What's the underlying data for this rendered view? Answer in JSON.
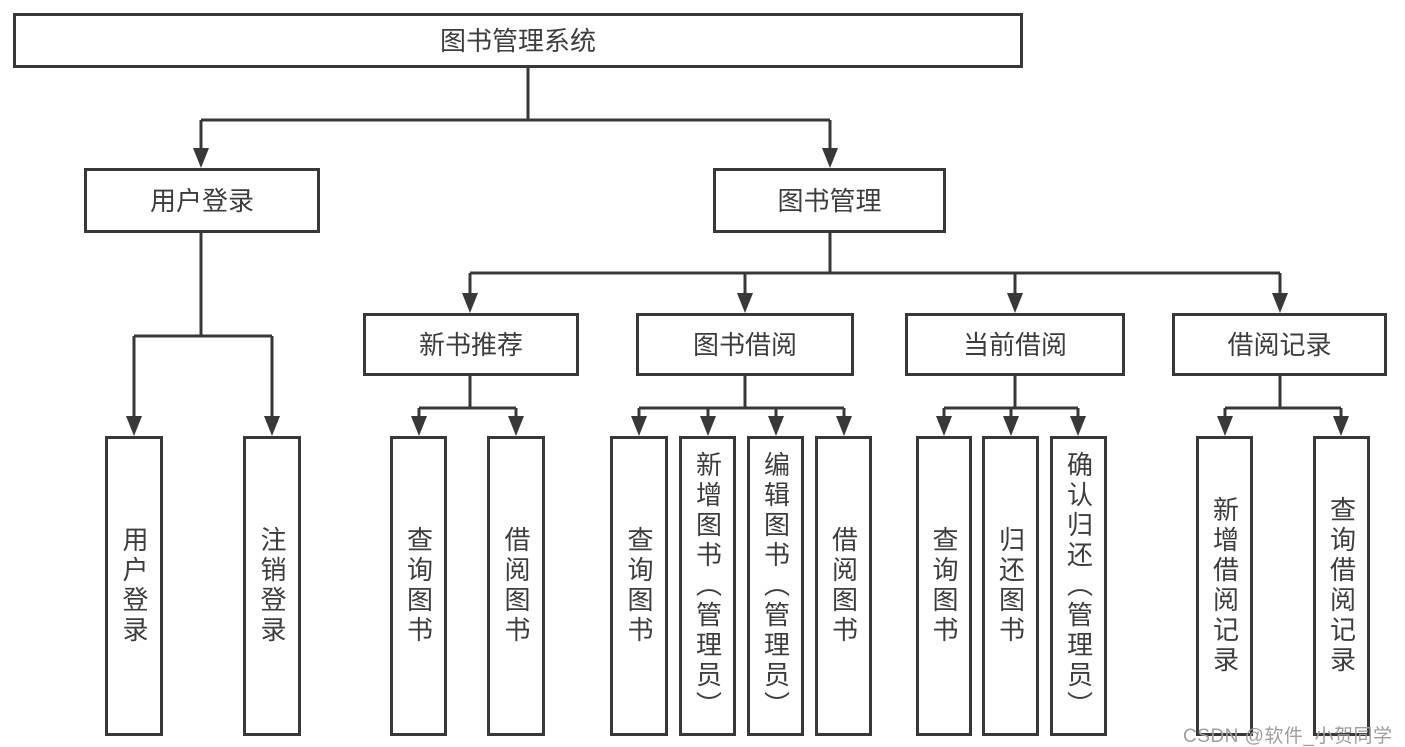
{
  "diagram": {
    "type": "hierarchy-tree",
    "title": "图书管理系统",
    "tree": {
      "root": {
        "label": "图书管理系统",
        "children": [
          {
            "label": "用户登录",
            "children": [
              {
                "label": "用户登录"
              },
              {
                "label": "注销登录"
              }
            ]
          },
          {
            "label": "图书管理",
            "children": [
              {
                "label": "新书推荐",
                "children": [
                  {
                    "label": "查询图书"
                  },
                  {
                    "label": "借阅图书"
                  }
                ]
              },
              {
                "label": "图书借阅",
                "children": [
                  {
                    "label": "查询图书"
                  },
                  {
                    "label": "新增图书（管理员）"
                  },
                  {
                    "label": "编辑图书（管理员）"
                  },
                  {
                    "label": "借阅图书"
                  }
                ]
              },
              {
                "label": "当前借阅",
                "children": [
                  {
                    "label": "查询图书"
                  },
                  {
                    "label": "归还图书"
                  },
                  {
                    "label": "确认归还（管理员）"
                  }
                ]
              },
              {
                "label": "借阅记录",
                "children": [
                  {
                    "label": "新增借阅记录"
                  },
                  {
                    "label": "查询借阅记录"
                  }
                ]
              }
            ]
          }
        ]
      }
    }
  },
  "watermark": {
    "text": "CSDN @软件_小贺同学",
    "color": "#9e9e9e"
  },
  "colors": {
    "line": "#383838",
    "text": "#3d3d3d",
    "node_background": "#ffffff",
    "page_background": "#ffffff",
    "watermark": "#9e9e9e"
  }
}
